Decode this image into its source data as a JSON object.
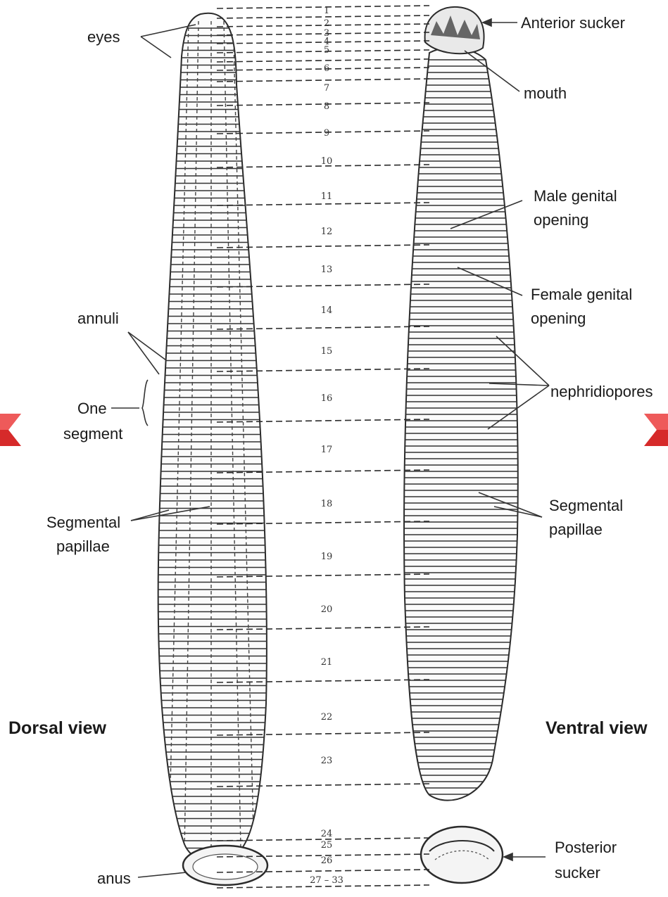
{
  "views": {
    "dorsal": "Dorsal view",
    "ventral": "Ventral view"
  },
  "dorsal_labels": {
    "eyes": "eyes",
    "annuli": "annuli",
    "one_segment_1": "One",
    "one_segment_2": "segment",
    "papillae_1": "Segmental",
    "papillae_2": "papillae",
    "anus": "anus"
  },
  "ventral_labels": {
    "anterior_sucker": "Anterior sucker",
    "mouth": "mouth",
    "male_1": "Male genital",
    "male_2": "opening",
    "female_1": "Female genital",
    "female_2": "opening",
    "nephridiopores": "nephridiopores",
    "papillae_1": "Segmental",
    "papillae_2": "papillae",
    "posterior_1": "Posterior",
    "posterior_2": "sucker"
  },
  "segments": [
    {
      "n": "1"
    },
    {
      "n": "2"
    },
    {
      "n": "3"
    },
    {
      "n": "4"
    },
    {
      "n": "5"
    },
    {
      "n": "6"
    },
    {
      "n": "7"
    },
    {
      "n": "8"
    },
    {
      "n": "9"
    },
    {
      "n": "10"
    },
    {
      "n": "11"
    },
    {
      "n": "12"
    },
    {
      "n": "13"
    },
    {
      "n": "14"
    },
    {
      "n": "15"
    },
    {
      "n": "16"
    },
    {
      "n": "17"
    },
    {
      "n": "18"
    },
    {
      "n": "19"
    },
    {
      "n": "20"
    },
    {
      "n": "21"
    },
    {
      "n": "22"
    },
    {
      "n": "23"
    },
    {
      "n": "24"
    },
    {
      "n": "25"
    },
    {
      "n": "26"
    },
    {
      "n": "27 – 33"
    }
  ],
  "colors": {
    "ink": "#2b2b2b",
    "arrow_red": "#d62a2a"
  },
  "icons": {
    "left_nav": "chevron-left-icon",
    "right_nav": "chevron-right-icon"
  }
}
